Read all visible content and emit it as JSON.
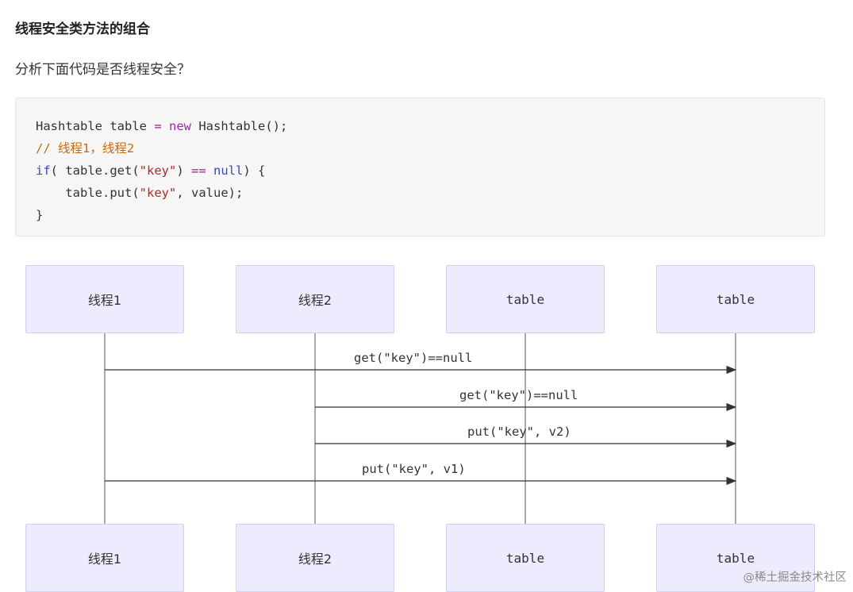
{
  "heading": "线程安全类方法的组合",
  "question": "分析下面代码是否线程安全？",
  "code": {
    "l1_a": "Hashtable table ",
    "l1_op": "=",
    "l1_b": " ",
    "l1_new": "new",
    "l1_c": " Hashtable();",
    "l2_comment": "// 线程1，线程2",
    "l3_if": "if",
    "l3_a": "( table.get(",
    "l3_str": "\"key\"",
    "l3_b": ") ",
    "l3_op": "==",
    "l3_c": " ",
    "l3_null": "null",
    "l3_d": ") {",
    "l4_a": "    table.put(",
    "l4_str": "\"key\"",
    "l4_b": ", value);",
    "l5": "}"
  },
  "actors": {
    "top": [
      "线程1",
      "线程2",
      "table",
      "table"
    ],
    "bottom": [
      "线程1",
      "线程2",
      "table",
      "table"
    ]
  },
  "messages": [
    "get(\"key\")==null",
    "get(\"key\")==null",
    "put(\"key\", v2)",
    "put(\"key\", v1)"
  ],
  "footer": "@稀土掘金技术社区"
}
